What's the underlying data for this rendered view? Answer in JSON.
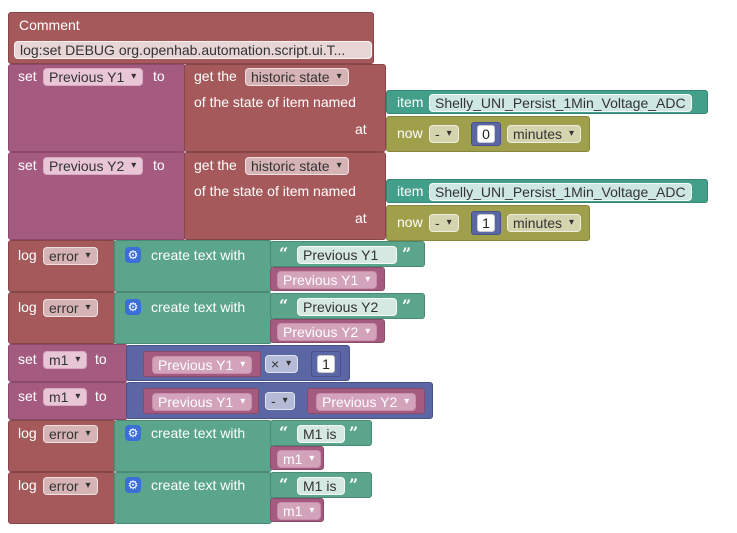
{
  "comment": {
    "title": "Comment",
    "text": "log:set DEBUG org.openhab.automation.script.ui.T..."
  },
  "set_blocks": [
    {
      "set": "set",
      "var": "Previous Y1",
      "to": "to",
      "get_the": "get the",
      "state_type": "historic state",
      "of_item": "of the state of item named",
      "at": "at",
      "item_kw": "item",
      "item_name": "Shelly_UNI_Persist_1Min_Voltage_ADC",
      "now": "now",
      "op": "-",
      "value": "0",
      "unit": "minutes"
    },
    {
      "set": "set",
      "var": "Previous Y2",
      "to": "to",
      "get_the": "get the",
      "state_type": "historic state",
      "of_item": "of the state of item named",
      "at": "at",
      "item_kw": "item",
      "item_name": "Shelly_UNI_Persist_1Min_Voltage_ADC",
      "now": "now",
      "op": "-",
      "value": "1",
      "unit": "minutes"
    }
  ],
  "log_blocks_1": [
    {
      "log": "log",
      "level": "error",
      "create": "create text with",
      "text": "Previous Y1",
      "var": "Previous Y1"
    },
    {
      "log": "log",
      "level": "error",
      "create": "create text with",
      "text": "Previous Y2",
      "var": "Previous Y2"
    }
  ],
  "math_sets": [
    {
      "set": "set",
      "var": "m1",
      "to": "to",
      "left": "Previous Y1",
      "op": "×",
      "right": "1"
    },
    {
      "set": "set",
      "var": "m1",
      "to": "to",
      "left": "Previous Y1",
      "op": "-",
      "right": "Previous Y2"
    }
  ],
  "log_blocks_2": [
    {
      "log": "log",
      "level": "error",
      "create": "create text with",
      "text": "M1 is",
      "var": "m1"
    },
    {
      "log": "log",
      "level": "error",
      "create": "create text with",
      "text": "M1 is",
      "var": "m1"
    }
  ],
  "quote_open": "“",
  "quote_close": "”",
  "gear_symbol": "⚙"
}
